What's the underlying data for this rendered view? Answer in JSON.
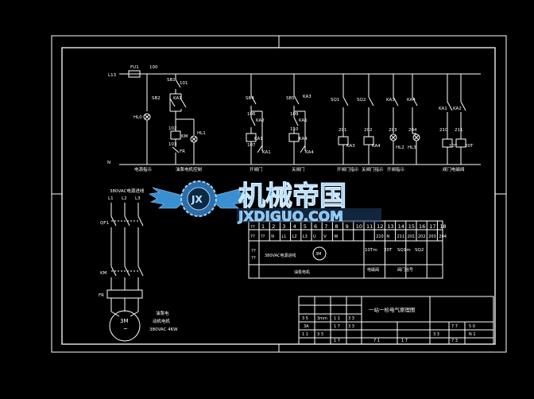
{
  "colors": {
    "background": "#000000",
    "line": "#ffffff",
    "watermark_blue": "#4aa3e0",
    "watermark_dark": "#1a4f80"
  },
  "watermark": {
    "logo_text": "JX",
    "title_cn": "机械帝国",
    "site": "JXDIGUO.COM"
  },
  "top_circuit": {
    "fuse": "FU1",
    "fuse_out": "100",
    "supply": "L13",
    "neutral": "N",
    "sb1": "SB1",
    "sb2": "SB2",
    "ka1_top": "KA1",
    "n101": "101",
    "n102": "102",
    "n103": "103",
    "km": "KM",
    "fr": "FR",
    "hl0": "HL0",
    "hl1": "HL1",
    "sb_a": "SB4",
    "sb_b": "SB5",
    "n106": "106",
    "n107": "107",
    "n109": "109",
    "n110": "110",
    "ka1_l": "KA1",
    "ka2_l": "KA2",
    "ka3_l": "KA3",
    "ka4_l": "KA4",
    "sq1": "SQ1",
    "sq2": "SQ2",
    "ka3": "KA3",
    "ka4": "KA4",
    "n201": "201",
    "n202": "202",
    "n203": "203",
    "n204": "204",
    "hl2": "HL2",
    "hl3": "HL3",
    "ka1_r": "KA1",
    "ka2_r": "KA2",
    "n210": "210",
    "n211": "211",
    "r10t": "10T",
    "r20t": "20T",
    "labels": [
      "电源指示",
      "油泵电机控制",
      "开阀门",
      "关阀门",
      "开阀门指示",
      "关阀门指示",
      "开阀指示",
      "阀门电磁阀"
    ]
  },
  "power_section": {
    "title": "380VAC电源进线",
    "phases": [
      "L1",
      "L2",
      "L3"
    ],
    "qf": "QF1",
    "km": "KM",
    "fr": "FR",
    "motor": "3M",
    "motor_sub": "~",
    "note1": "油泵电",
    "note2": "动机电机",
    "note3": "380VAC  4KW"
  },
  "terminal_table": {
    "numbers": [
      "1",
      "2",
      "3",
      "4",
      "5",
      "6",
      "7",
      "8",
      "9",
      "10",
      "11",
      "12",
      "13",
      "14",
      "15",
      "16",
      "17",
      "18"
    ],
    "row2": [
      "??",
      "N",
      "L1",
      "L2",
      "L3",
      "U",
      "V",
      "W",
      "",
      "",
      "",
      "210",
      "N",
      "211",
      "201",
      "202",
      "203",
      "204"
    ],
    "row3_left": "??\n??",
    "row3_label": "380VAC电源进线",
    "row3_motor": "3M",
    "row3_right": [
      "10Tm",
      "20T",
      "SQ1m",
      "SQ2"
    ],
    "row4_a": "油泵电机",
    "row4_b": "电磁阀",
    "row4_c": "阀门信号"
  },
  "title_block": {
    "title": "一站一检电气原理图",
    "cells": [
      "3 5",
      "3A",
      "3mm",
      "1 1",
      "3 3",
      "1 7",
      "3 3",
      "1 1",
      "3 3",
      "1 7",
      "7 1",
      "1 7",
      "3 3",
      "7 7",
      "5 0",
      "7 3",
      "N 1"
    ]
  }
}
